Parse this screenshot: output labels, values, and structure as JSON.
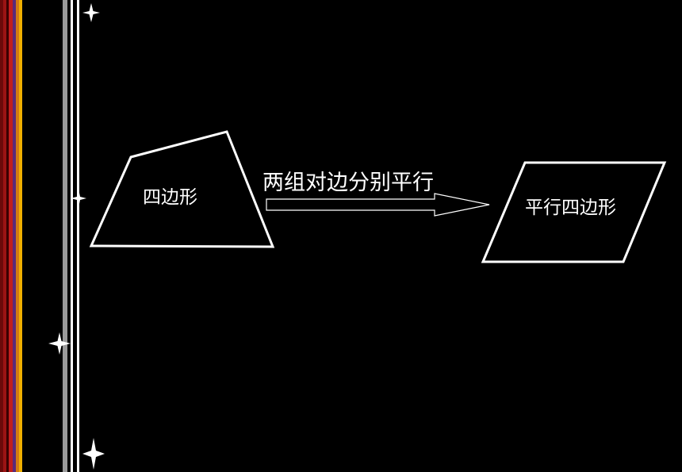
{
  "diagram": {
    "source_shape_label": "四边形",
    "condition_label": "两组对边分别平行",
    "target_shape_label": "平行四边形"
  },
  "decor": {
    "stripe_colors": [
      "#6b0a0a",
      "#9b1414",
      "#3a0000",
      "#c21e1e",
      "#5a2a7a",
      "#d47a14",
      "#f0b000"
    ],
    "rail_color": "#9a9a9a",
    "line_color": "#ffffff",
    "sparkle_icon": "four-point-star-icon"
  }
}
